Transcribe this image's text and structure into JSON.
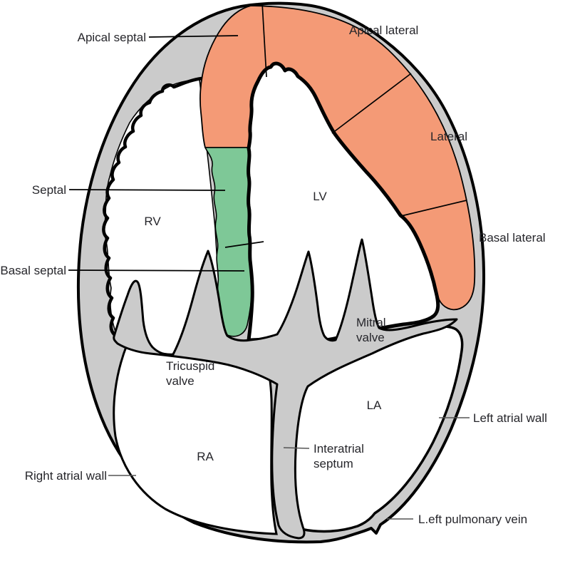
{
  "diagram": {
    "title": "Heart apical four-chamber segmental diagram",
    "colors": {
      "wall_gray": "#cbcbcb",
      "lateral_orange": "#f49a76",
      "septal_green": "#7ec897",
      "outline_black": "#000000"
    },
    "labels": {
      "apical_septal": "Apical septal",
      "apical_lateral": "Apical lateral",
      "lateral": "Lateral",
      "basal_lateral": "Basal lateral",
      "septal": "Septal",
      "basal_septal": "Basal septal",
      "rv": "RV",
      "lv": "LV",
      "mitral_line1": "Mitral",
      "mitral_line2": "valve",
      "tricuspid_line1": "Tricuspid",
      "tricuspid_line2": "valve",
      "la": "LA",
      "ra": "RA",
      "interatrial_line1": "Interatrial",
      "interatrial_line2": "septum",
      "left_atrial_wall": "Left atrial wall",
      "right_atrial_wall": "Right atrial wall",
      "left_pulmonary_vein": "L.eft pulmonary vein"
    }
  }
}
